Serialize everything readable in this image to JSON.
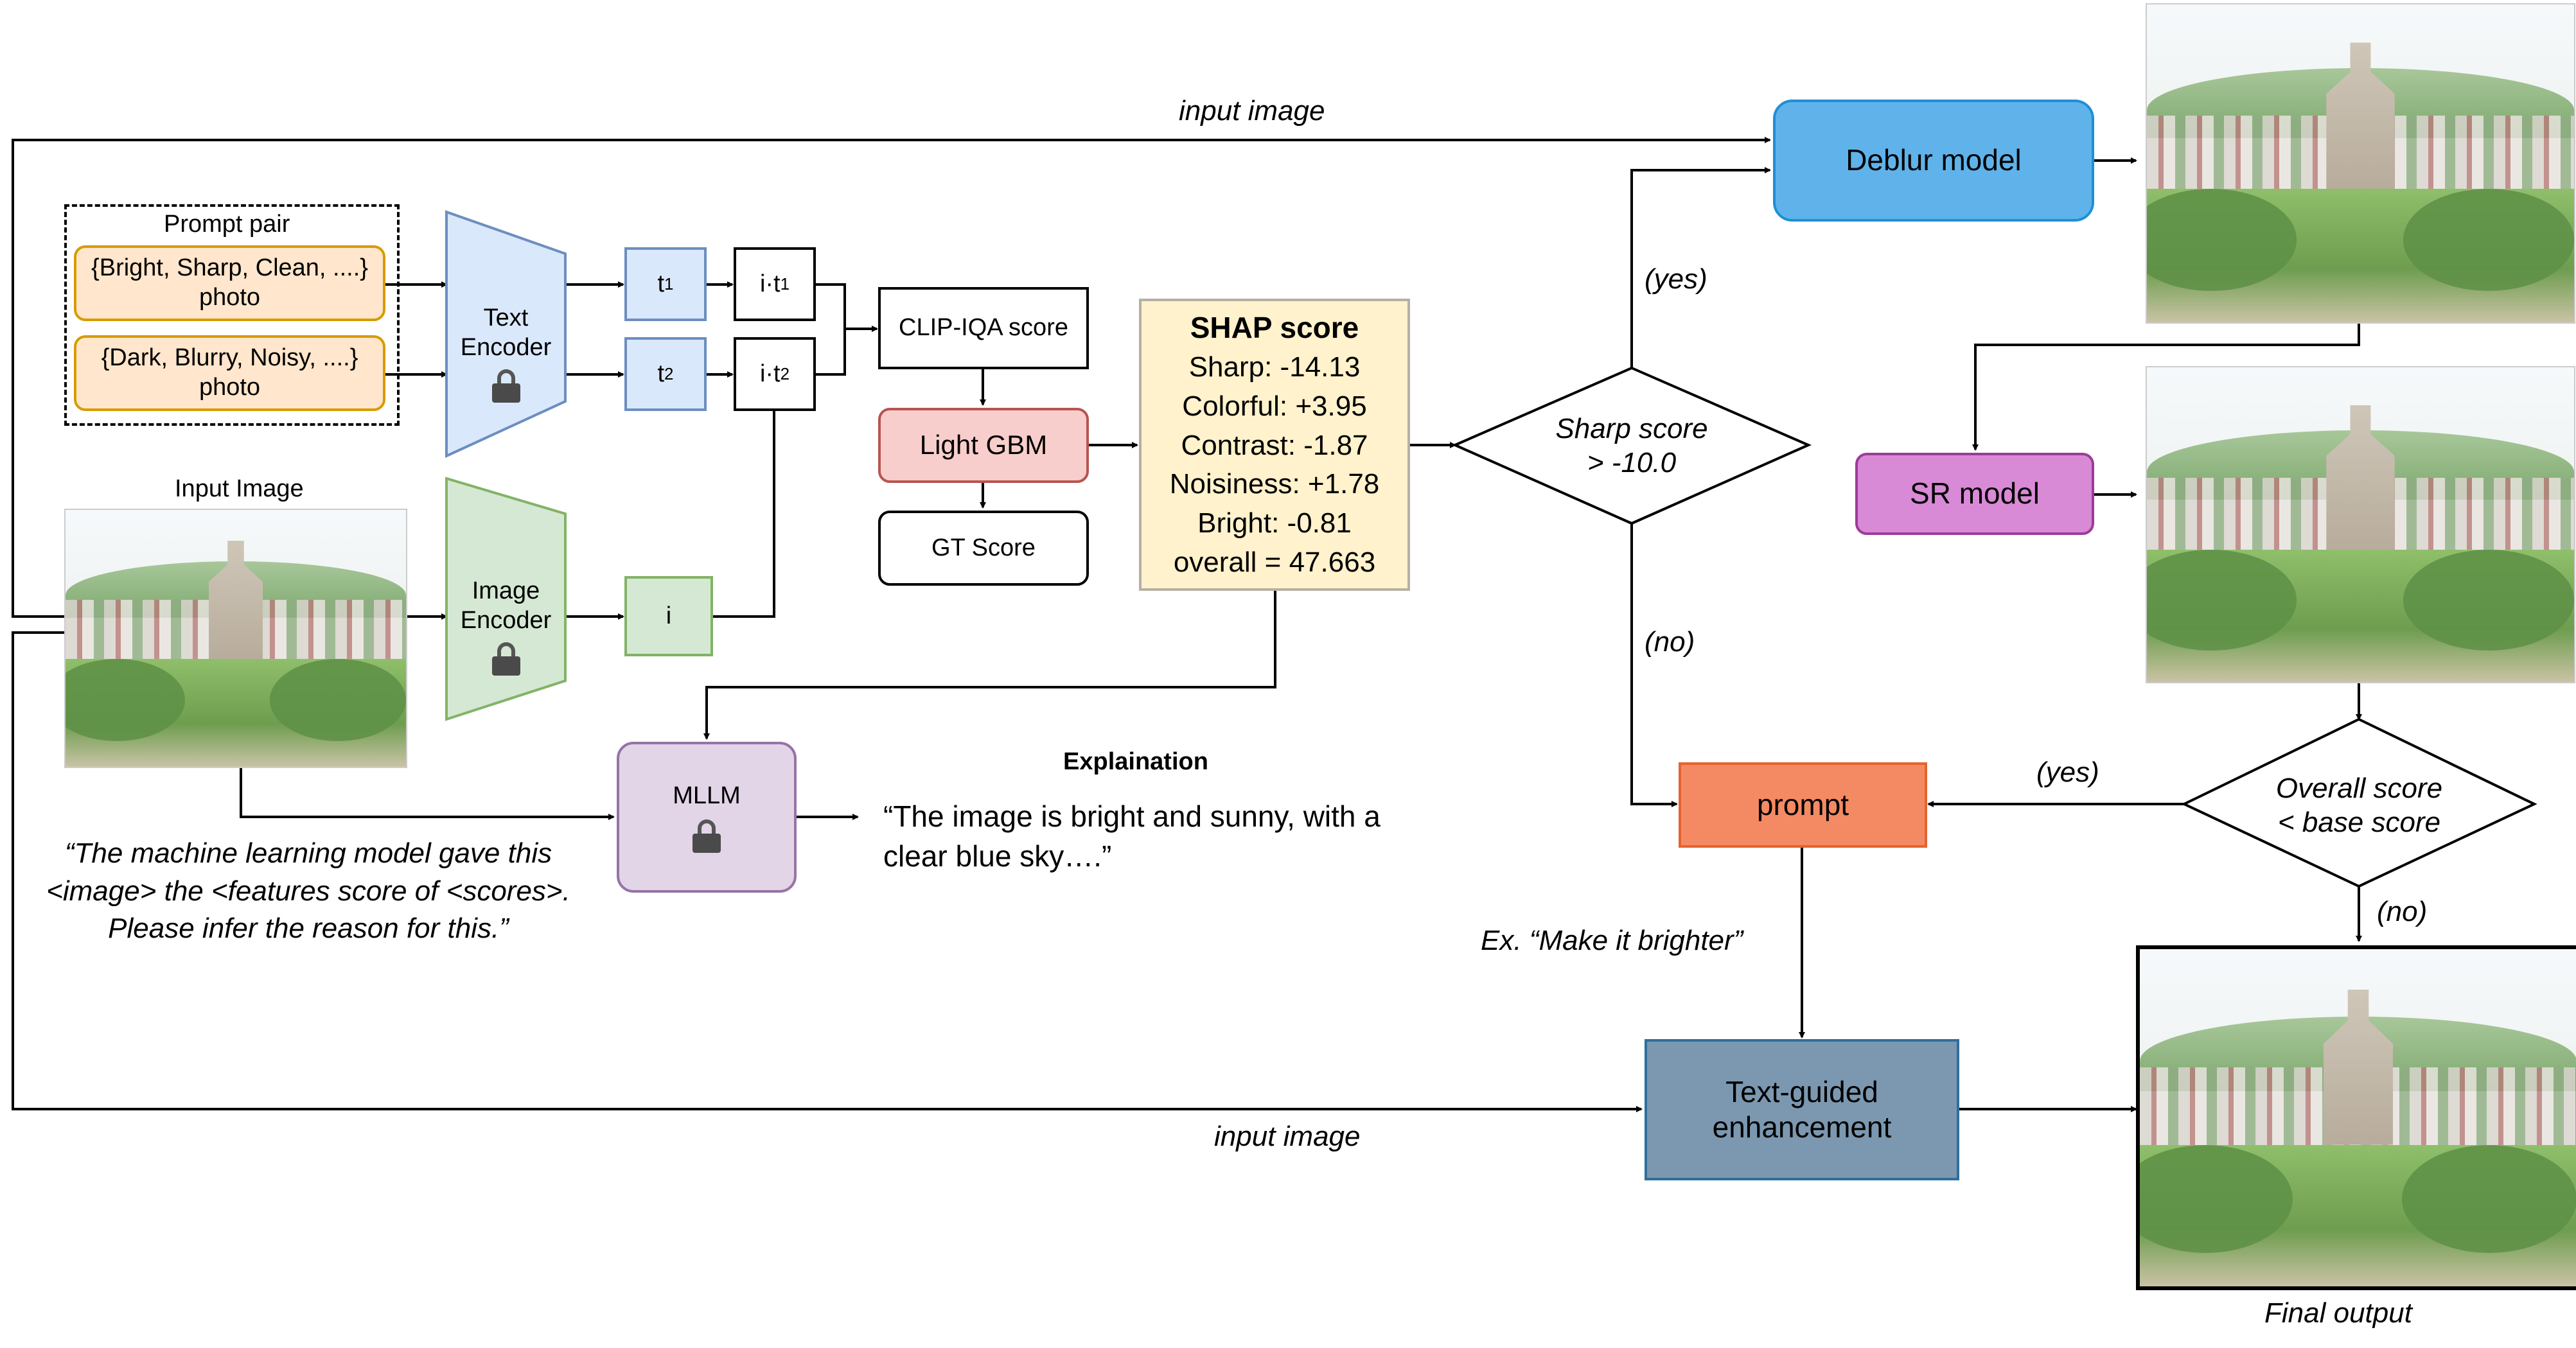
{
  "diagram": {
    "prompt_pair": {
      "title": "Prompt pair",
      "positive": [
        "{Bright, Sharp, Clean, ....}",
        "photo"
      ],
      "negative": [
        "{Dark, Blurry, Noisy, ....}",
        "photo"
      ]
    },
    "input_image_label": "Input Image",
    "text_encoder": [
      "Text",
      "Encoder"
    ],
    "image_encoder": [
      "Image",
      "Encoder"
    ],
    "tokens": {
      "t1": "t",
      "t1_sub": "1",
      "t2": "t",
      "t2_sub": "2",
      "it1": "i·t",
      "it1_sub": "1",
      "it2": "i·t",
      "it2_sub": "2",
      "i": "i"
    },
    "clip_iqa": "CLIP-IQA score",
    "light_gbm": "Light GBM",
    "gt_score": "GT Score",
    "shap": {
      "title": "SHAP score",
      "lines": [
        "Sharp: -14.13",
        "Colorful: +3.95",
        "Contrast: -1.87",
        "Noisiness: +1.78",
        "Bright: -0.81",
        "overall = 47.663"
      ]
    },
    "sharp_decision": [
      "Sharp score",
      "> -10.0"
    ],
    "yes1": "(yes)",
    "no1": "(no)",
    "deblur": "Deblur model",
    "sr_model": "SR model",
    "overall_decision": [
      "Overall score",
      "< base score"
    ],
    "yes2": "(yes)",
    "no2": "(no)",
    "prompt": "prompt",
    "prompt_example": "Ex. “Make it brighter”",
    "text_guided": [
      "Text-guided",
      "enhancement"
    ],
    "mllm": "MLLM",
    "explanation_title": "Explaination",
    "explanation_text": [
      "“The image is bright and sunny, with a",
      "clear blue sky….”"
    ],
    "mllm_prompt": [
      "“The machine learning model gave this",
      "<image> the <features score of <scores>.",
      "Please infer the reason for this.”"
    ],
    "input_image_top": "input image",
    "input_image_bottom": "input image",
    "final_output": "Final output"
  },
  "colors": {
    "blue_fill": "#dae8fc",
    "blue_stroke": "#6c8ebf",
    "green_fill": "#d5e8d4",
    "green_stroke": "#82b366",
    "orange_fill": "#ffe6cc",
    "orange_stroke": "#d79b00",
    "red_fill": "#f8cecc",
    "red_stroke": "#b85450",
    "yellow_fill": "#fff2cc",
    "yellow_stroke": "#d6b656",
    "purple_fill": "#e1d5e7",
    "purple_stroke": "#9673a6",
    "deblur_fill": "#5fb3ea",
    "deblur_stroke": "#1f8fd6",
    "sr_fill": "#d98ad6",
    "sr_stroke": "#9c3b99",
    "prompt_fill": "#f48a63",
    "prompt_stroke": "#e5632f",
    "enh_fill": "#7c98b0",
    "enh_stroke": "#2f6f9c"
  }
}
